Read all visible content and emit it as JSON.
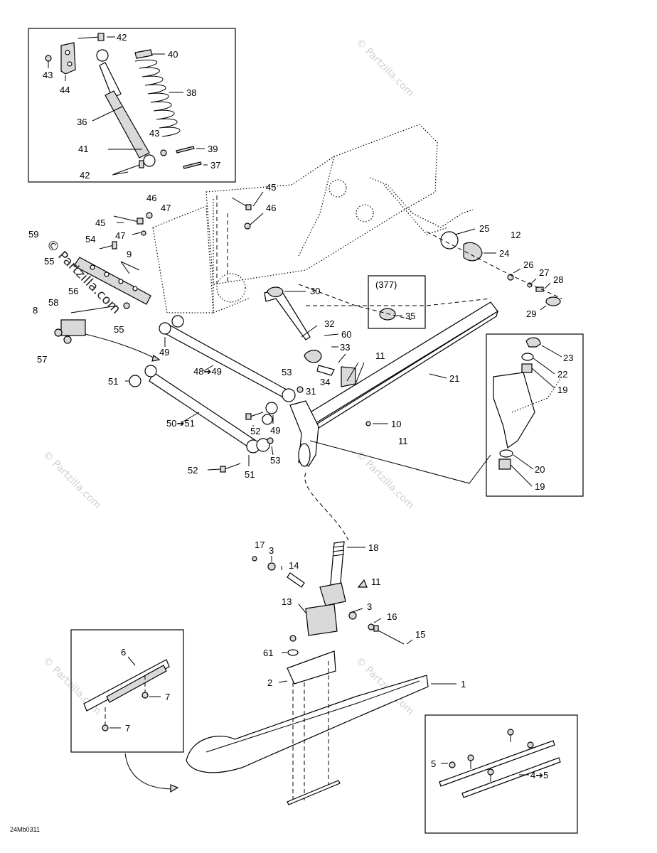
{
  "watermark_text": "© Partzilla.com",
  "diagram_code": "24Mb0311",
  "box_377_label": "(377)",
  "callouts": {
    "c1": "1",
    "c2": "2",
    "c3a": "3",
    "c3b": "3",
    "c4": "4➔5",
    "c5a": "5",
    "c6": "6",
    "c7a": "7",
    "c7b": "7",
    "c8": "8",
    "c9": "9",
    "c10": "10",
    "c11a": "11",
    "c11b": "11",
    "c11c": "11",
    "c12": "12",
    "c13": "13",
    "c14": "14",
    "c15": "15",
    "c16": "16",
    "c17": "17",
    "c18": "18",
    "c19a": "19",
    "c19b": "19",
    "c20": "20",
    "c21": "21",
    "c22": "22",
    "c23": "23",
    "c24": "24",
    "c25": "25",
    "c26": "26",
    "c27": "27",
    "c28": "28",
    "c29": "29",
    "c30": "30",
    "c31": "31",
    "c32": "32",
    "c33": "33",
    "c34": "34",
    "c35": "35",
    "c36": "36",
    "c37": "37",
    "c38": "38",
    "c39": "39",
    "c40": "40",
    "c41": "41",
    "c42a": "42",
    "c42b": "42",
    "c43a": "43",
    "c43b": "43",
    "c44": "44",
    "c45a": "45",
    "c45b": "45",
    "c46a": "46",
    "c46b": "46",
    "c47a": "47",
    "c47b": "47",
    "c48": "48➔49",
    "c49a": "49",
    "c49b": "49",
    "c50": "50➔51",
    "c51a": "51",
    "c51b": "51",
    "c52a": "52",
    "c52b": "52",
    "c53a": "53",
    "c53b": "53",
    "c54": "54",
    "c55a": "55",
    "c55b": "55",
    "c56": "56",
    "c57": "57",
    "c58": "58",
    "c59": "59",
    "c60": "60",
    "c61": "61"
  }
}
